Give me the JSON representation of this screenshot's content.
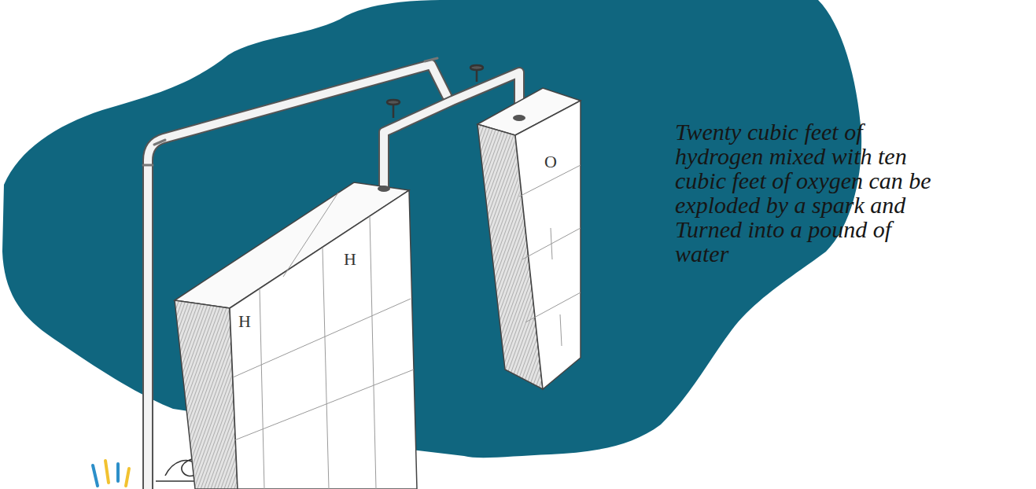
{
  "diagram": {
    "nodes": [
      {
        "text": [
          "H",
          "H"
        ]
      },
      {
        "text": [
          "O"
        ]
      }
    ],
    "edges": [
      {
        "from": 0,
        "to": 1,
        "arrow": "none"
      }
    ],
    "labels": [
      "Twenty cubic feet of hydrogen mixed with ten cubic feet of oxygen can be exploded by a spark and Turned into a pound of water"
    ]
  }
}
